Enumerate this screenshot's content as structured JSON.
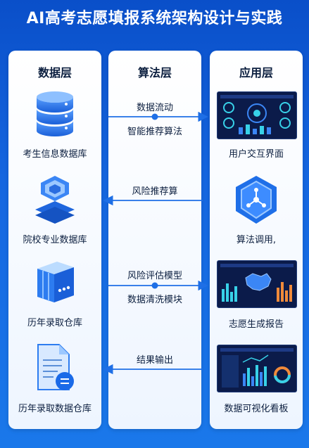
{
  "title": "AI高考志愿填报系统架构设计与实践",
  "columns": {
    "data_layer": {
      "heading": "数据层",
      "items": [
        {
          "label": "考生信息数据库",
          "icon": "database-icon"
        },
        {
          "label": "院校专业数据库",
          "icon": "layered-stack-icon"
        },
        {
          "label": "历年录取仓库",
          "icon": "warehouse-boxes-icon"
        },
        {
          "label": "历年录取数据仓库",
          "icon": "document-icon"
        }
      ]
    },
    "algorithm_layer": {
      "heading": "算法层",
      "flows": [
        {
          "top_label": "数据流动",
          "bottom_label": "智能推荐算法",
          "direction": "right"
        },
        {
          "top_label": "风险推荐算",
          "bottom_label": "",
          "direction": "left"
        },
        {
          "top_label": "风险评估模型",
          "bottom_label": "数据清洗模块",
          "direction": "right"
        },
        {
          "top_label": "结果输出",
          "bottom_label": "",
          "direction": "left"
        }
      ]
    },
    "application_layer": {
      "heading": "应用层",
      "items": [
        {
          "label": "用户交互界面",
          "icon": "dashboard-screen-icon"
        },
        {
          "label": "算法调用,",
          "icon": "shield-network-icon"
        },
        {
          "label": "志愿生成报告",
          "icon": "map-dashboard-icon"
        },
        {
          "label": "数据可视化看板",
          "icon": "chart-dashboard-icon"
        }
      ]
    }
  },
  "colors": {
    "background": "#1566e0",
    "arrow": "#1e6fe6",
    "text": "#0c1f3f",
    "screen": "#0b1b4a"
  }
}
